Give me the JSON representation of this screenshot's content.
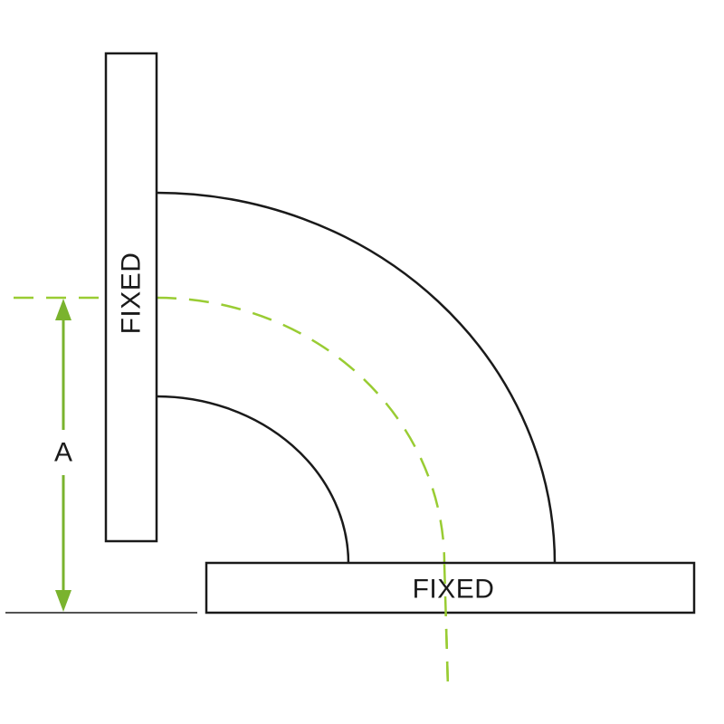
{
  "flanges": {
    "vertical_label": "FIXED",
    "horizontal_label": "FIXED"
  },
  "dimension": {
    "label": "A"
  },
  "colors": {
    "outline": "#1a1a1a",
    "centerline": "#99cc33",
    "dimension": "#7ab32e",
    "background": "#ffffff"
  }
}
